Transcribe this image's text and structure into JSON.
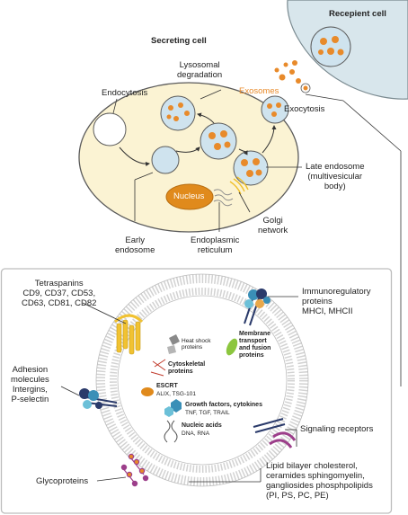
{
  "top": {
    "recipient_cell": "Recepient cell",
    "secreting_cell": "Secreting cell",
    "lysosomal_degradation": "Lysosomal\ndegradation",
    "endocytosis": "Endocytosis",
    "exosomes": "Exosomes",
    "exocytosis": "Exocytosis",
    "late_endosome": "Late endosome\n(multivesicular\nbody)",
    "nucleus": "Nucleus",
    "early_endosome": "Early\nendosome",
    "endoplasmic_reticulum": "Endoplasmic\nreticulum",
    "golgi_network": "Golgi\nnetwork"
  },
  "bottom": {
    "tetraspanins": "Tetraspanins\nCD9, CD37, CD53,\nCD63, CD81, CD82",
    "immunoregulatory": "Immunoregulatory\nproteins\nMHCI, MHCII",
    "adhesion": "Adhesion\nmolecules\nIntergins,\nP-selectin",
    "heat_shock": "Heat shock\nproteins",
    "cytoskeletal": "Cytoskeletal\nproteins",
    "membrane_transport": "Membrane\ntransport\nand fusion\nproteins",
    "escrt_title": "ESCRT",
    "escrt_sub": "ALIX, TSG-101",
    "growth_title": "Growth factors, cytokines",
    "growth_sub": "TNF, TGF, TRAIL",
    "nucleic_title": "Nucleic acids",
    "nucleic_sub": "DNA, RNA",
    "signaling": "Signaling receptors",
    "lipid": "Lipid bilayer cholesterol,\nceramides sphingomyelin,\ngangliosides phosphpolipids\n(PI, PS, PC, PE)",
    "glycoproteins": "Glycoproteins"
  },
  "colors": {
    "cell_fill": "#fbf3d3",
    "cell_stroke": "#5a5a5a",
    "recipient_fill": "#d8e6ec",
    "vesicle_fill": "#cfe3ee",
    "cargo": "#e88a2a",
    "nucleus": "#e08a1c",
    "panel_stroke": "#bdbdbd",
    "membrane": "#cfcfcf"
  }
}
